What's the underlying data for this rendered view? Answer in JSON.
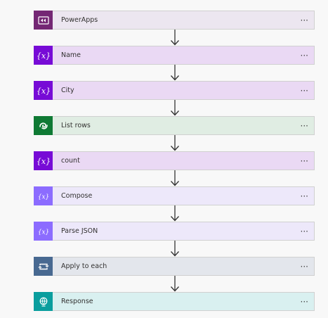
{
  "steps": [
    {
      "label": "PowerApps",
      "icon": "powerapps-icon",
      "bg": "#ece6f0",
      "icon_bg": "#742774",
      "more": "···"
    },
    {
      "label": "Name",
      "icon": "variable-icon",
      "bg": "#ead9f4",
      "icon_bg": "#770bd6",
      "more": "···"
    },
    {
      "label": "City",
      "icon": "variable-icon",
      "bg": "#ead9f4",
      "icon_bg": "#770bd6",
      "more": "···"
    },
    {
      "label": "List rows",
      "icon": "dataverse-icon",
      "bg": "#e0ede3",
      "icon_bg": "#0f7a34",
      "more": "···"
    },
    {
      "label": "count",
      "icon": "variable-icon",
      "bg": "#ead9f4",
      "icon_bg": "#770bd6",
      "more": "···"
    },
    {
      "label": "Compose",
      "icon": "compose-icon",
      "bg": "#ede8fa",
      "icon_bg": "#8c6cff",
      "more": "···"
    },
    {
      "label": "Parse JSON",
      "icon": "parse-json-icon",
      "bg": "#ede8fa",
      "icon_bg": "#8c6cff",
      "more": "···"
    },
    {
      "label": "Apply to each",
      "icon": "loop-icon",
      "bg": "#e3e6ec",
      "icon_bg": "#486991",
      "more": "···"
    },
    {
      "label": "Response",
      "icon": "response-icon",
      "bg": "#d9f0f0",
      "icon_bg": "#0a9e9e",
      "more": "···"
    }
  ]
}
